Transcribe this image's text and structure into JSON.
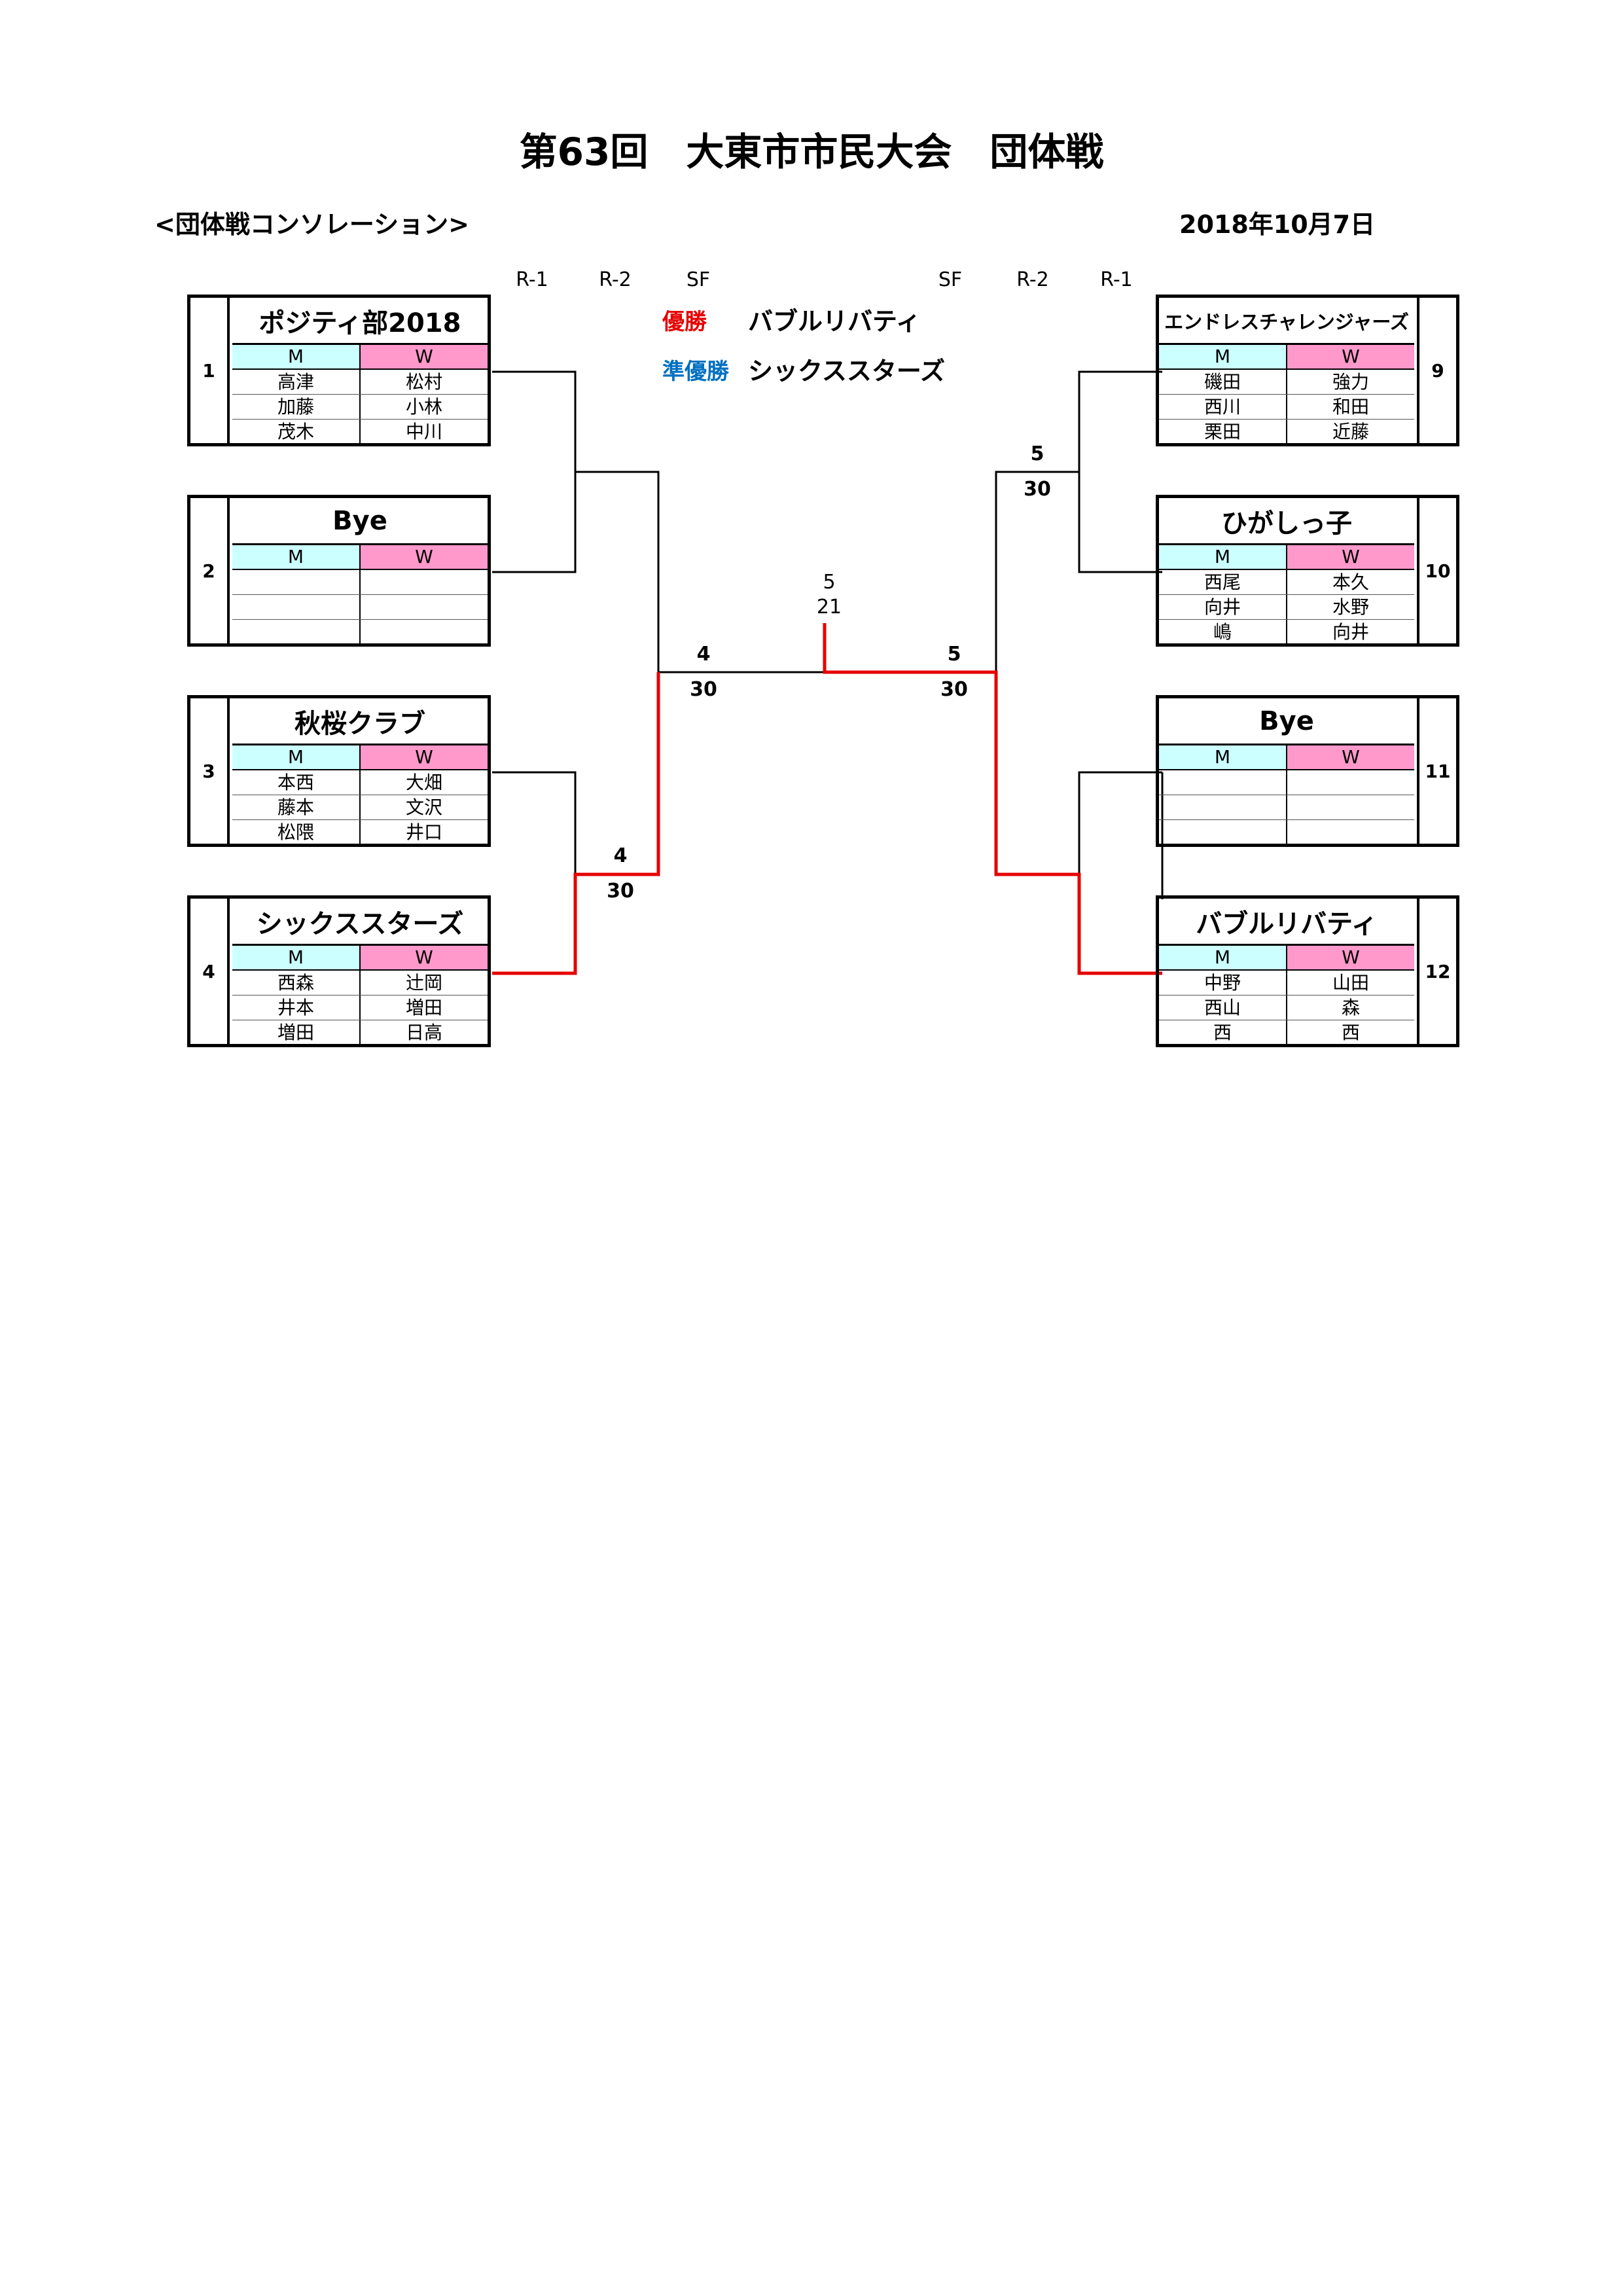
{
  "header": {
    "title": "第63回　大東市市民大会　団体戦",
    "subtitle": "<団体戦コンソレーション>",
    "date": "2018年10月7日"
  },
  "round_labels": {
    "left": [
      "R-1",
      "R-2",
      "SF"
    ],
    "right": [
      "SF",
      "R-2",
      "R-1"
    ]
  },
  "results": {
    "champion_label": "優勝",
    "champion": "バブルリバティ",
    "runner_up_label": "準優勝",
    "runner_up": "シックススターズ",
    "champion_color": "#e60000",
    "runner_up_color": "#0070c0"
  },
  "colors": {
    "winner_line": "#e60000",
    "men_header": "#ccffff",
    "women_header": "#ff99cc"
  },
  "teams": [
    {
      "seed": "1",
      "name": "ポジティ部2018",
      "m_label": "M",
      "w_label": "W",
      "men": [
        "高津",
        "加藤",
        "茂木"
      ],
      "women": [
        "松村",
        "小林",
        "中川"
      ]
    },
    {
      "seed": "2",
      "name": "Bye",
      "m_label": "M",
      "w_label": "W",
      "men": [
        "",
        "",
        ""
      ],
      "women": [
        "",
        "",
        ""
      ]
    },
    {
      "seed": "3",
      "name": "秋桜クラブ",
      "m_label": "M",
      "w_label": "W",
      "men": [
        "本西",
        "藤本",
        "松隈"
      ],
      "women": [
        "大畑",
        "文沢",
        "井口"
      ]
    },
    {
      "seed": "4",
      "name": "シックススターズ",
      "m_label": "M",
      "w_label": "W",
      "men": [
        "西森",
        "井本",
        "増田"
      ],
      "women": [
        "辻岡",
        "増田",
        "日高"
      ]
    },
    {
      "seed": "9",
      "name": "エンドレスチャレンジャーズ",
      "m_label": "M",
      "w_label": "W",
      "men": [
        "磯田",
        "西川",
        "栗田"
      ],
      "women": [
        "強力",
        "和田",
        "近藤"
      ]
    },
    {
      "seed": "10",
      "name": "ひがしっ子",
      "m_label": "M",
      "w_label": "W",
      "men": [
        "西尾",
        "向井",
        "嶋"
      ],
      "women": [
        "本久",
        "水野",
        "向井"
      ]
    },
    {
      "seed": "11",
      "name": "Bye",
      "m_label": "M",
      "w_label": "W",
      "men": [
        "",
        "",
        ""
      ],
      "women": [
        "",
        "",
        ""
      ]
    },
    {
      "seed": "12",
      "name": "バブルリバティ",
      "m_label": "M",
      "w_label": "W",
      "men": [
        "中野",
        "西山",
        "西"
      ],
      "women": [
        "山田",
        "森",
        "西"
      ]
    }
  ],
  "scores": {
    "left_sf_top": "4",
    "left_sf_bottom": "30",
    "left_r2_top": "4",
    "left_r2_bottom": "30",
    "right_sf_top": "5",
    "right_sf_bottom": "30",
    "right_r2_top": "5",
    "right_r2_bottom": "30",
    "final_top": "5",
    "final_bottom": "21"
  }
}
